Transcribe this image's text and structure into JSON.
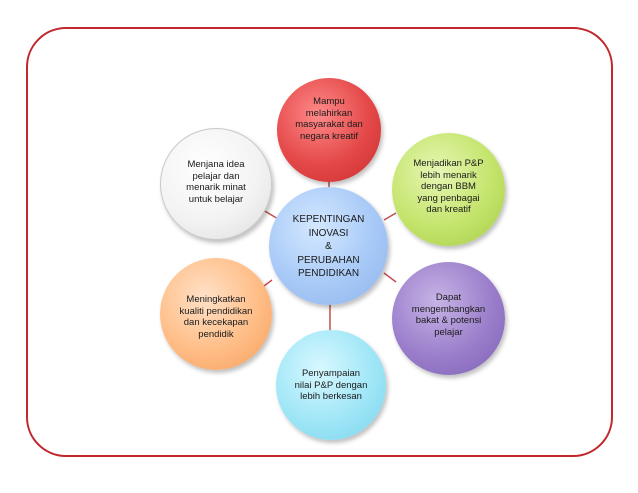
{
  "diagram": {
    "center": "KEPENTINGAN\nINOVASI\n&\nPERUBAHAN\nPENDIDIKAN",
    "nodes": {
      "top": "Mampu\nmelahirkan\nmasyarakat dan\nnegara kreatif",
      "top_right": "Menjadikan P&P\nlebih menarik\ndengan BBM\nyang penbagai\ndan kreatif",
      "bottom_right": "Dapat\nmengembangkan\nbakat & potensi\npelajar",
      "bottom": "Penyampaian\nnilai P&P  dengan\nlebih berkesan",
      "bottom_left": "Meningkatkan\nkualiti pendidikan\ndan kecekapan\npendidik",
      "top_left": "Menjana idea\npelajar dan\nmenarik minat\nuntuk belajar"
    },
    "colors": {
      "frame": "#c1272d",
      "connector": "#c0504d"
    }
  }
}
